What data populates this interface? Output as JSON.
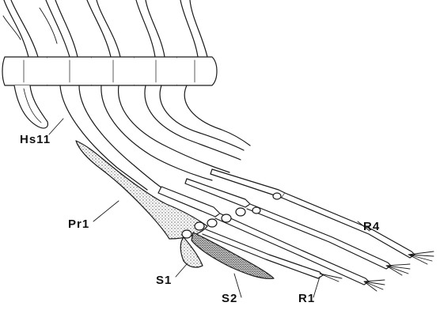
{
  "labels": {
    "hs": "Hs11",
    "pr": "Pr1",
    "r4": "R4",
    "s1": "S1",
    "s2": "S2",
    "r1": "R1"
  },
  "colors": {
    "ink": "#1a1a1a",
    "stipple": "#9a9a9a",
    "paper": "#ffffff"
  }
}
